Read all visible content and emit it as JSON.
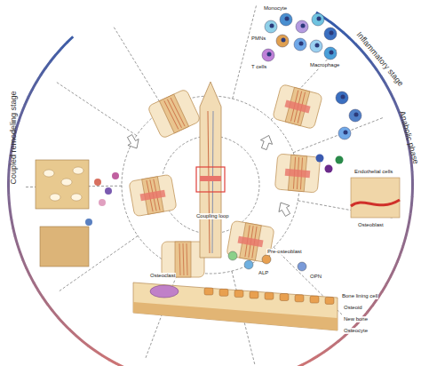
{
  "diagram": {
    "labels": [
      "Inflammatory stage",
      "Anabolic phase",
      "Coupled remodeling stage",
      "Coupling loop",
      "Monocyte",
      "PMNs",
      "T cells",
      "Macrophage",
      "Endothelial cells",
      "Osteoblast",
      "ALP",
      "OPN",
      "Osteoclast",
      "Pre-osteoblast",
      "Bone lining cell",
      "Osteoid",
      "New bone",
      "Osteocyte"
    ]
  }
}
